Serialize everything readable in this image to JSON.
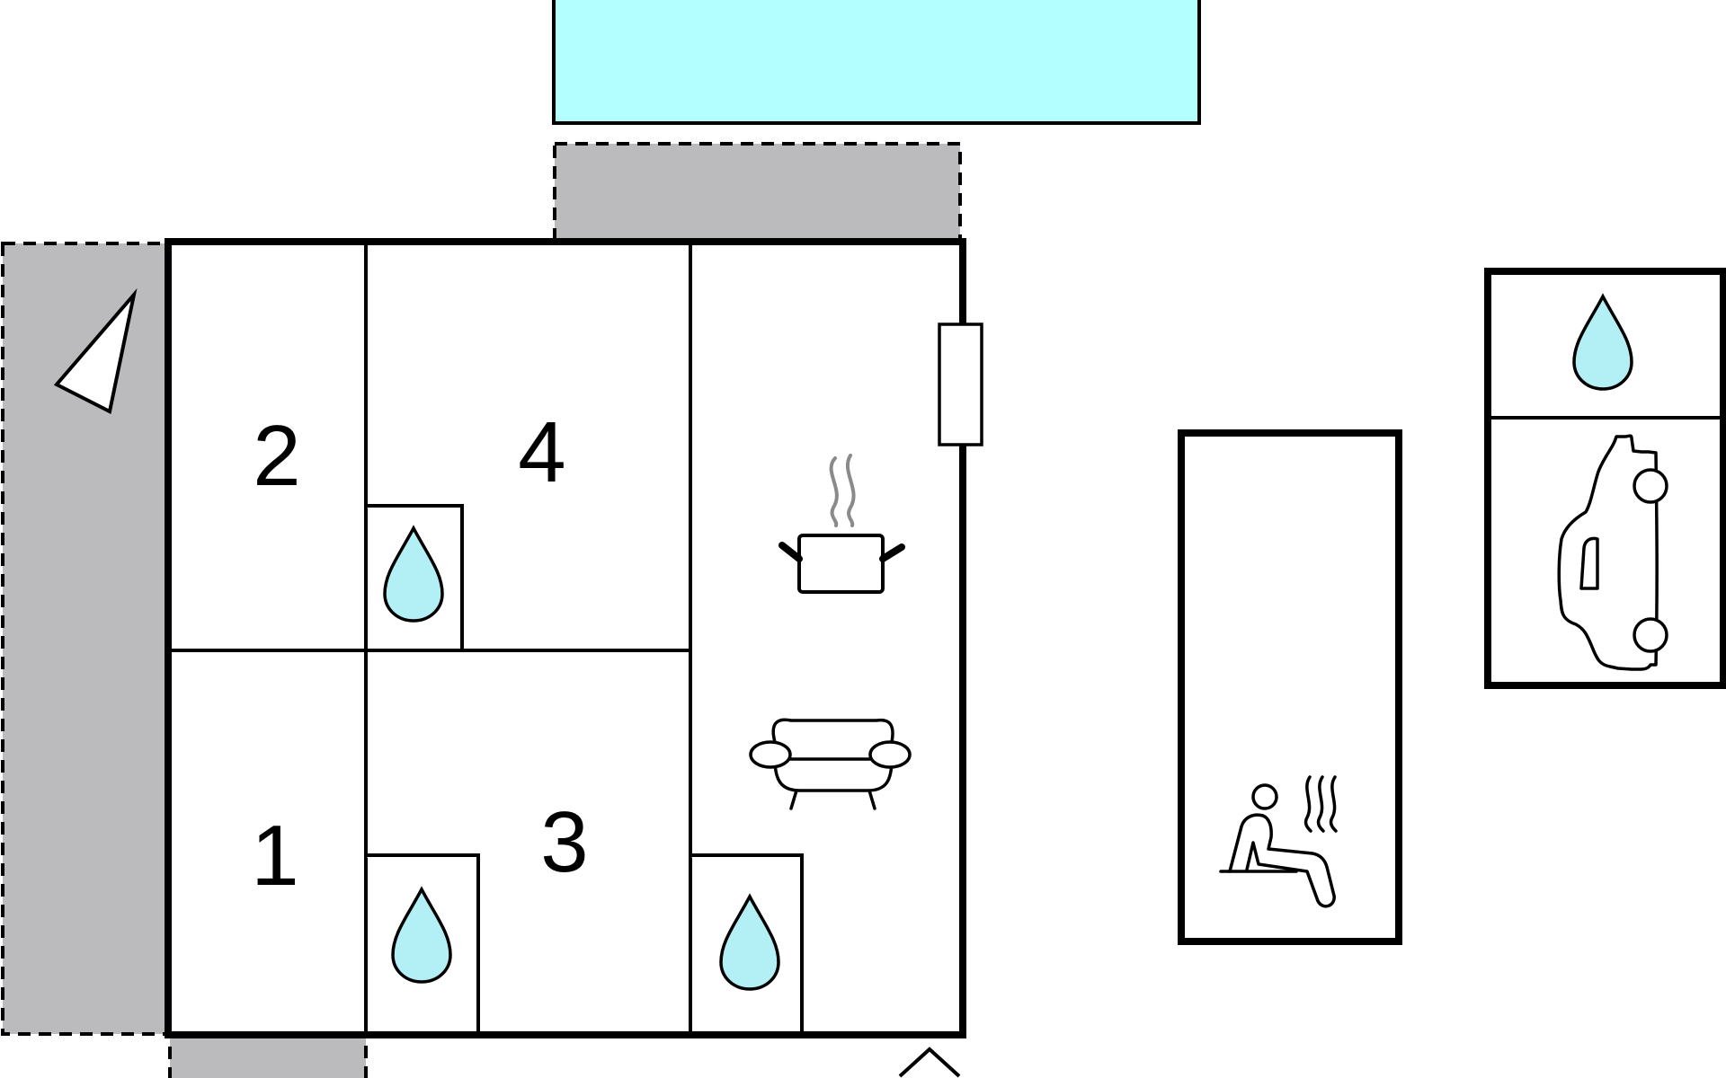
{
  "rooms": [
    {
      "id": "room-1",
      "label": "1"
    },
    {
      "id": "room-2",
      "label": "2"
    },
    {
      "id": "room-3",
      "label": "3"
    },
    {
      "id": "room-4",
      "label": "4"
    }
  ],
  "icons": {
    "bathroom": "water-drop-icon",
    "kitchen": "cooking-pot-icon",
    "living_room": "sofa-icon",
    "sauna": "sauna-icon",
    "garage": "car-icon",
    "pool": "pool",
    "terrace": "terrace",
    "door": "entrance-arrow-icon"
  },
  "colors": {
    "pool": "#b3ffff",
    "terrace": "#bbbbbd",
    "water_drop": "#b3f0f5",
    "walls": "#000000",
    "steam": "#8a8a8a",
    "background": "#ffffff"
  }
}
